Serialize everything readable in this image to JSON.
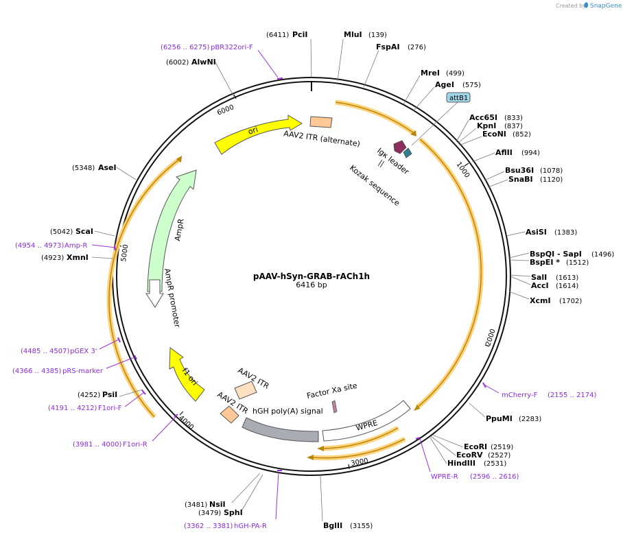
{
  "header": {
    "created_by": "Created by",
    "brand": "SnapGene"
  },
  "plasmid": {
    "name": "pAAV-hSyn-GRAB-rACh1h",
    "size_label": "6416 bp",
    "total_bp": 6416
  },
  "ticks": [
    "1000",
    "2000",
    "3000",
    "4000",
    "5000",
    "6000"
  ],
  "sites": [
    {
      "name": "PciI",
      "pos": "(6411)",
      "bp": 6411,
      "side": "left"
    },
    {
      "name": "MluI",
      "pos": "(139)",
      "bp": 139,
      "side": "right"
    },
    {
      "name": "FspAI",
      "pos": "(276)",
      "bp": 276,
      "side": "right"
    },
    {
      "name": "MreI",
      "pos": "(499)",
      "bp": 499,
      "side": "right"
    },
    {
      "name": "AgeI",
      "pos": "(575)",
      "bp": 575,
      "side": "right"
    },
    {
      "name": "Acc65I",
      "pos": "(833)",
      "bp": 833,
      "side": "right"
    },
    {
      "name": "KpnI",
      "pos": "(837)",
      "bp": 837,
      "side": "right"
    },
    {
      "name": "EcoNI",
      "pos": "(852)",
      "bp": 852,
      "side": "right"
    },
    {
      "name": "AflII",
      "pos": "(994)",
      "bp": 994,
      "side": "right"
    },
    {
      "name": "Bsu36I",
      "pos": "(1078)",
      "bp": 1078,
      "side": "right"
    },
    {
      "name": "SnaBI",
      "pos": "(1120)",
      "bp": 1120,
      "side": "right"
    },
    {
      "name": "AsiSI",
      "pos": "(1383)",
      "bp": 1383,
      "side": "right"
    },
    {
      "name": "BspQI  - SapI",
      "pos": "(1496)",
      "bp": 1496,
      "side": "right"
    },
    {
      "name": "BspEI *",
      "pos": "(1512)",
      "bp": 1512,
      "side": "right"
    },
    {
      "name": "SalI",
      "pos": "(1613)",
      "bp": 1613,
      "side": "right"
    },
    {
      "name": "AccI",
      "pos": "(1614)",
      "bp": 1614,
      "side": "right"
    },
    {
      "name": "XcmI",
      "pos": "(1702)",
      "bp": 1702,
      "side": "right"
    },
    {
      "name": "PpuMI",
      "pos": "(2283)",
      "bp": 2283,
      "side": "right"
    },
    {
      "name": "EcoRI",
      "pos": "(2519)",
      "bp": 2519,
      "side": "right"
    },
    {
      "name": "EcoRV",
      "pos": "(2527)",
      "bp": 2527,
      "side": "right"
    },
    {
      "name": "HindIII",
      "pos": "(2531)",
      "bp": 2531,
      "side": "right"
    },
    {
      "name": "BglII",
      "pos": "(3155)",
      "bp": 3155,
      "side": "right"
    },
    {
      "name": "SphI",
      "pos": "(3479)",
      "bp": 3479,
      "side": "left"
    },
    {
      "name": "NsiI",
      "pos": "(3481)",
      "bp": 3481,
      "side": "left"
    },
    {
      "name": "PsiI",
      "pos": "(4252)",
      "bp": 4252,
      "side": "left"
    },
    {
      "name": "XmnI",
      "pos": "(4923)",
      "bp": 4923,
      "side": "left"
    },
    {
      "name": "ScaI",
      "pos": "(5042)",
      "bp": 5042,
      "side": "left"
    },
    {
      "name": "AseI",
      "pos": "(5348)",
      "bp": 5348,
      "side": "left"
    },
    {
      "name": "AlwNI",
      "pos": "(6002)",
      "bp": 6002,
      "side": "left"
    }
  ],
  "primers": [
    {
      "name": "pBR322ori-F",
      "pos": "(6256 .. 6275)",
      "side": "left"
    },
    {
      "name": "mCherry-F",
      "pos": "(2155 .. 2174)",
      "side": "right"
    },
    {
      "name": "WPRE-R",
      "pos": "(2596 .. 2616)",
      "side": "right"
    },
    {
      "name": "hGH-PA-R",
      "pos": "(3362 .. 3381)",
      "side": "left"
    },
    {
      "name": "F1ori-R",
      "pos": "(3981 .. 4000)",
      "side": "left"
    },
    {
      "name": "F1ori-F",
      "pos": "(4191 .. 4212)",
      "side": "left"
    },
    {
      "name": "pRS-marker",
      "pos": "(4366 .. 4385)",
      "side": "left"
    },
    {
      "name": "pGEX 3'",
      "pos": "(4485 .. 4507)",
      "side": "left"
    },
    {
      "name": "Amp-R",
      "pos": "(4954 .. 4973)",
      "side": "left"
    }
  ],
  "features": {
    "ori": "ori",
    "itr_alt": "AAV2 ITR (alternate)",
    "igk": "Igκ leader",
    "kozak": "Kozak sequence",
    "attb1": "attB1",
    "ampr": "AmpR",
    "ampr_promoter": "AmpR promoter",
    "f1ori": "f1 ori",
    "itr1": "AAV2 ITR",
    "itr2": "AAV2 ITR",
    "hgh": "hGH poly(A) signal",
    "factor_xa": "Factor Xa site",
    "wpre": "WPRE"
  },
  "colors": {
    "backbone": "#111111",
    "ori": "#ffff00",
    "ampr": "#ccffcc",
    "itr": "#ffc896",
    "orf_highlight": "#ffd27a",
    "orf_line": "#b8860b",
    "hgh": "#a9adb3",
    "attb1": "#9fd7e8",
    "igk": "#8e2f5f",
    "kozak_marker": "#2f7f8f",
    "primer": "#9b30d9",
    "brand": "#3a8fc9"
  }
}
